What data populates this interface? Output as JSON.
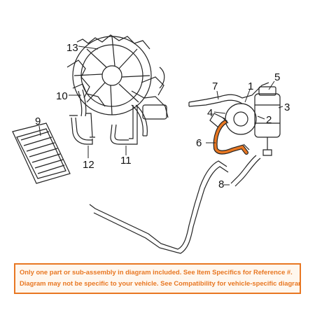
{
  "callouts": {
    "c1": "1",
    "c2": "2",
    "c3": "3",
    "c4": "4",
    "c5": "5",
    "c6": "6",
    "c7": "7",
    "c8": "8",
    "c9": "9",
    "c10": "10",
    "c11": "11",
    "c12": "12",
    "c13": "13"
  },
  "notice": {
    "line1": "Only one part or sub-assembly in diagram included. See Item Specifics for Reference #.",
    "line2": "Diagram may not be specific to your vehicle. See Compatibility for vehicle-specific diagrams."
  },
  "colors": {
    "line": "#222222",
    "highlight": "#e87722",
    "notice_bg": "#fff7ee"
  }
}
